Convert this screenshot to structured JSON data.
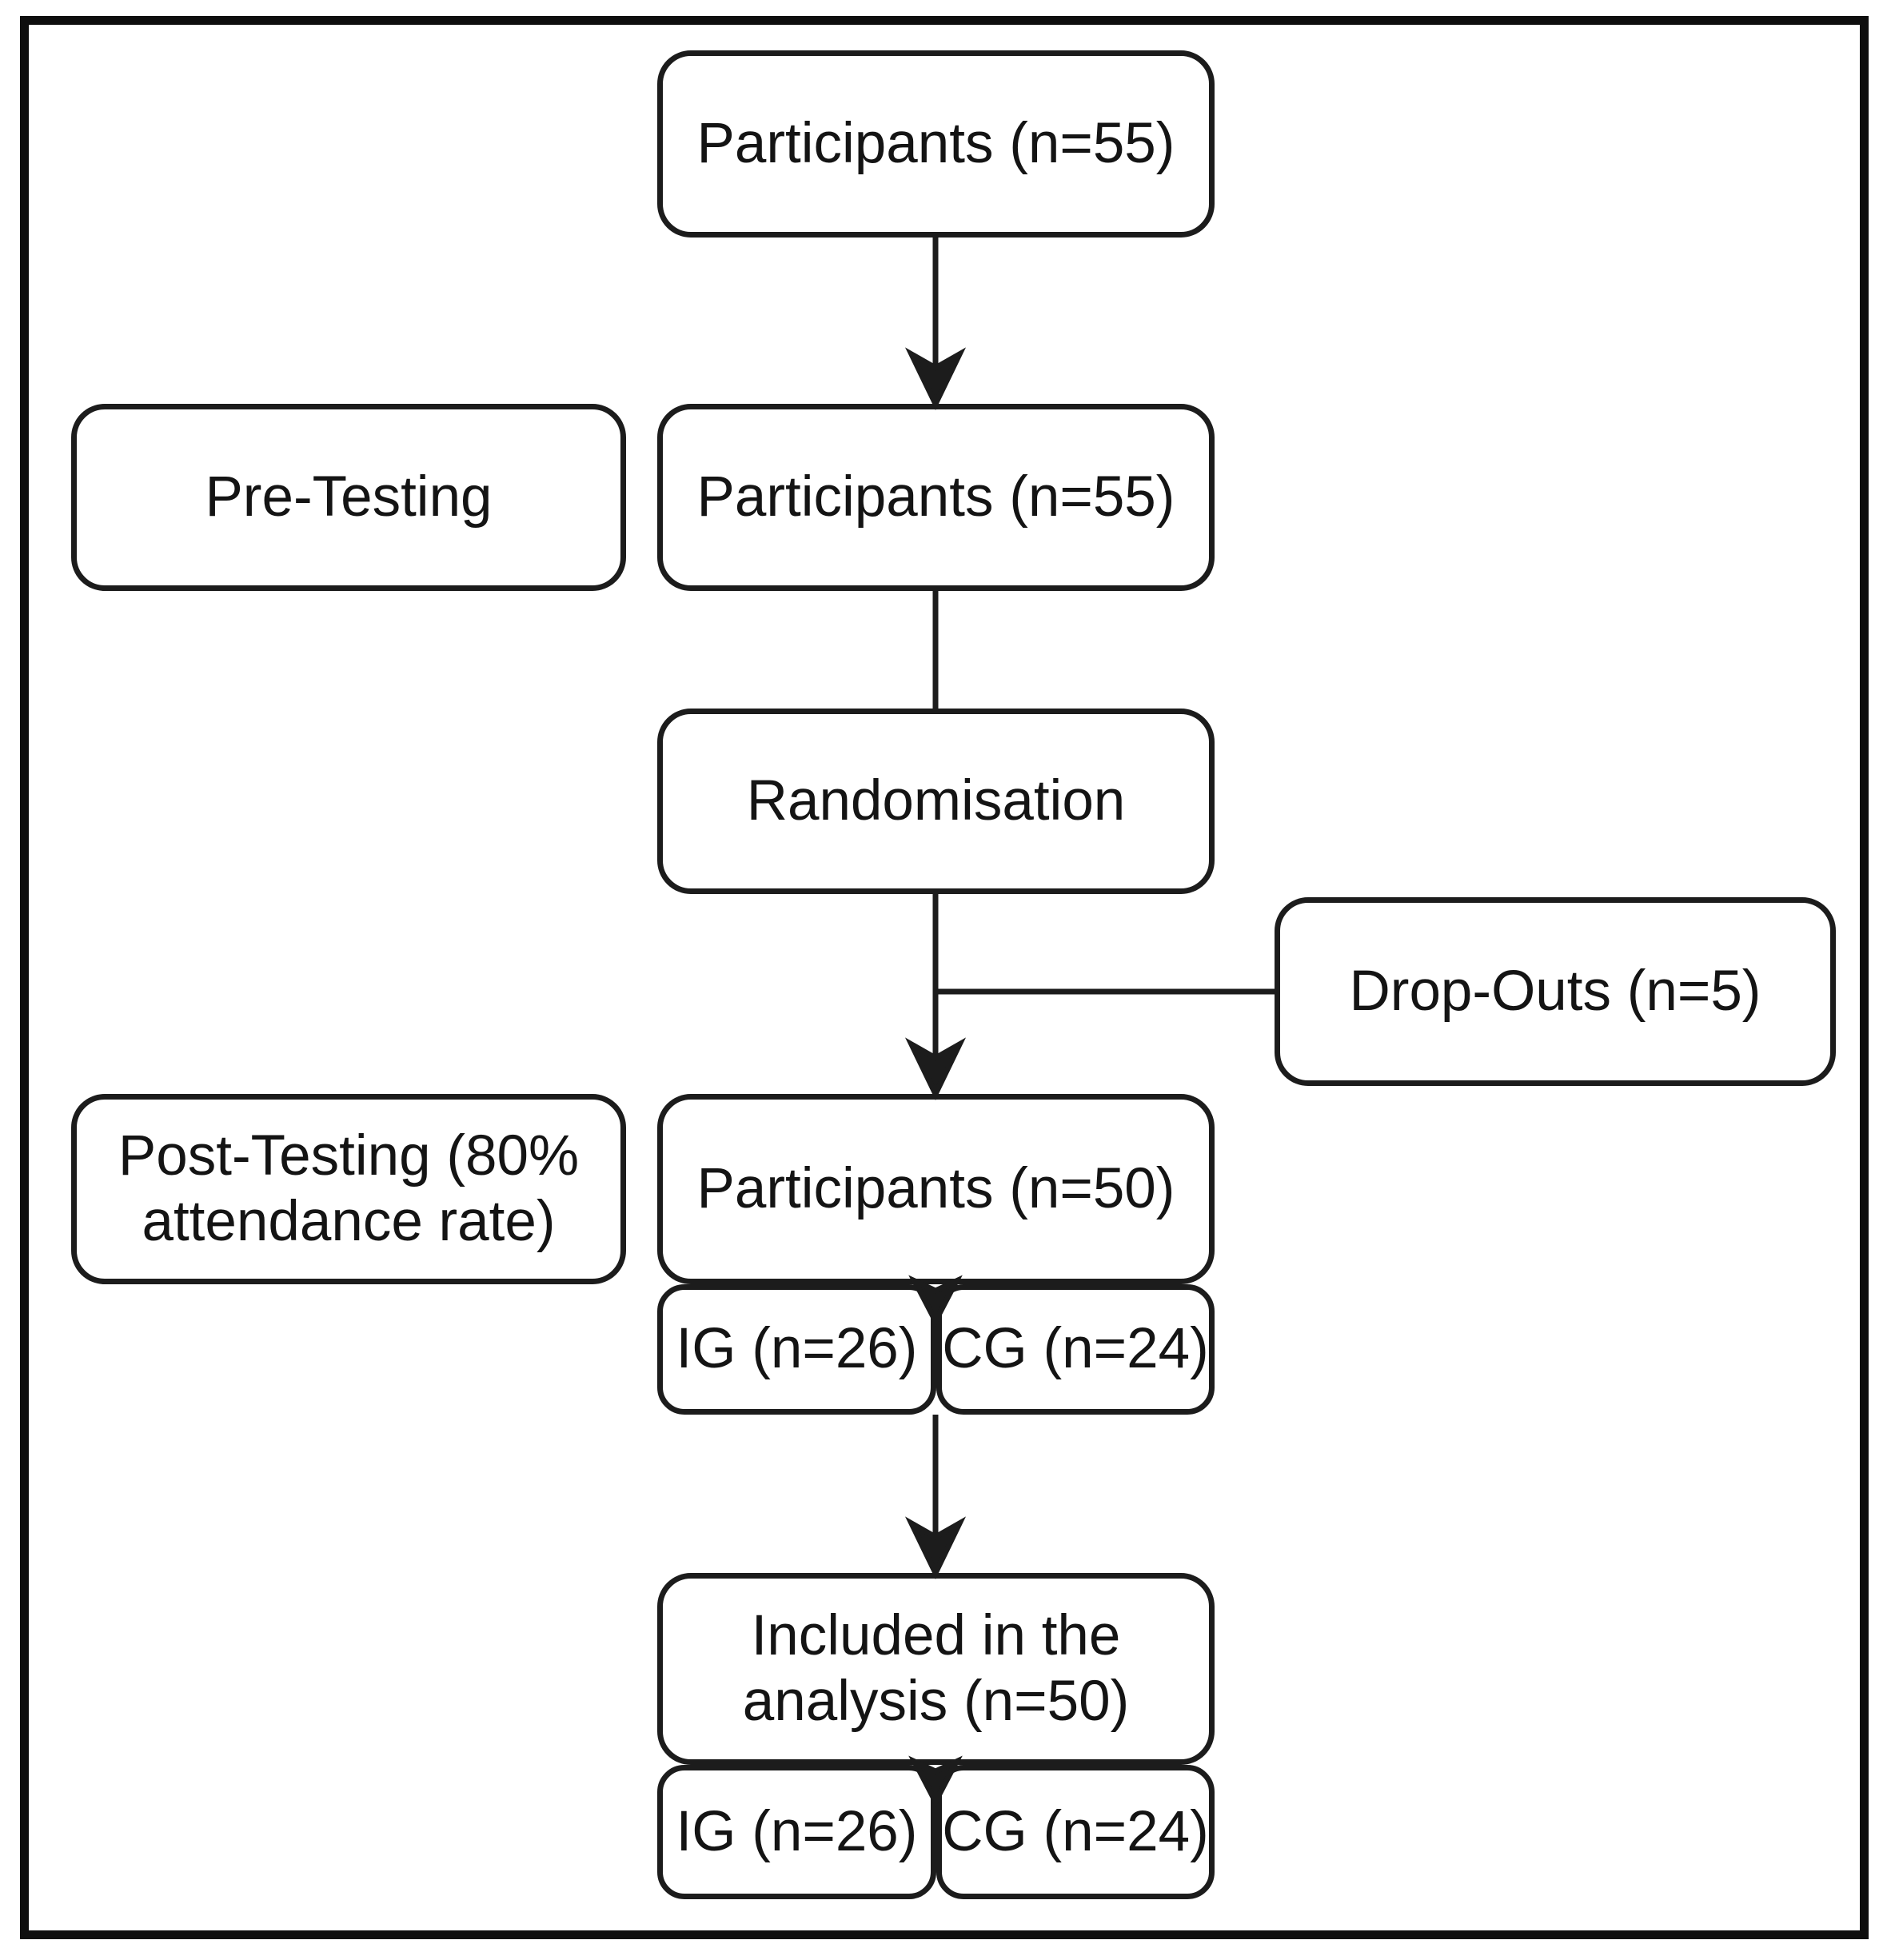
{
  "figure": {
    "type": "participant-flow-diagram",
    "description": "Randomised trial participant flow chart"
  },
  "style": {
    "line_color": "#1c1c1c",
    "box_background": "#ffffff",
    "frame_color": "#0e0e0e",
    "text_color": "#141414"
  },
  "nodes": {
    "participants_enrolled": {
      "label": "Participants (n=55)"
    },
    "pre_testing": {
      "label": "Pre-Testing"
    },
    "participants_pretested": {
      "label": "Participants (n=55)"
    },
    "randomisation": {
      "label": "Randomisation"
    },
    "drop_outs": {
      "label": "Drop-Outs (n=5)"
    },
    "post_testing": {
      "label": "Post-Testing (80% attendance rate)"
    },
    "participants_posttested": {
      "label": "Participants (n=50)"
    },
    "ig_post": {
      "label": "IG (n=26)"
    },
    "cg_post": {
      "label": "CG (n=24)"
    },
    "included_analysis": {
      "label": "Included in the analysis (n=50)"
    },
    "ig_analysis": {
      "label": "IG (n=26)"
    },
    "cg_analysis": {
      "label": "CG (n=24)"
    }
  },
  "edges": [
    {
      "from": "participants_enrolled",
      "to": "participants_pretested",
      "arrow": true
    },
    {
      "from": "participants_pretested",
      "to": "randomisation",
      "arrow": false
    },
    {
      "from": "randomisation",
      "to": "participants_posttested",
      "arrow": true
    },
    {
      "from": "randomisation",
      "to": "drop_outs",
      "arrow": false
    },
    {
      "from": "participants_posttested",
      "to": "ig_cg_post",
      "arrow": true
    },
    {
      "from": "ig_cg_post",
      "to": "included_analysis",
      "arrow": true
    },
    {
      "from": "included_analysis",
      "to": "ig_cg_analysis",
      "arrow": true
    }
  ]
}
